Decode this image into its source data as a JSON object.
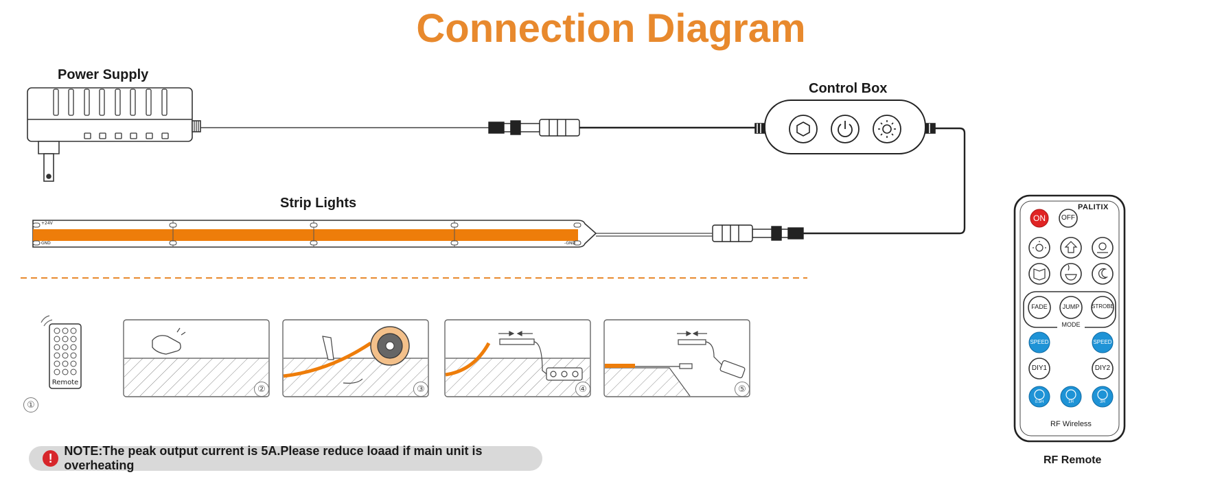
{
  "title": "Connection Diagram",
  "labels": {
    "power_supply": "Power Supply",
    "control_box": "Control Box",
    "strip_lights": "Strip Lights",
    "rf_remote": "RF Remote"
  },
  "strip_markings": {
    "plus": "+24V",
    "gnd": "GND",
    "minus_gnd": "-GND"
  },
  "steps": [
    {
      "number": "①",
      "caption": "Remote"
    },
    {
      "number": "②"
    },
    {
      "number": "③"
    },
    {
      "number": "④"
    },
    {
      "number": "⑤"
    }
  ],
  "note": {
    "icon": "exclamation-icon",
    "text": "NOTE:The peak output current is 5A.Please reduce loaad if main unit is overheating"
  },
  "remote": {
    "brand": "PALITIX",
    "on": "ON",
    "off": "OFF",
    "mode_buttons": [
      "FADE",
      "JUMP",
      "STROBE"
    ],
    "mode_label": "MODE",
    "speed_minus": "SPEED",
    "speed_plus": "SPEED",
    "diy1": "DIY1",
    "diy2": "DIY2",
    "timers": [
      "0.5H",
      "1H",
      "3H"
    ],
    "footer": "RF Wireless"
  },
  "colors": {
    "accent_orange": "#e8892d",
    "strip_orange": "#ee7d0a",
    "remote_on_red": "#e02424",
    "remote_blue": "#1e93d6",
    "note_bg": "#d9d9d9"
  }
}
